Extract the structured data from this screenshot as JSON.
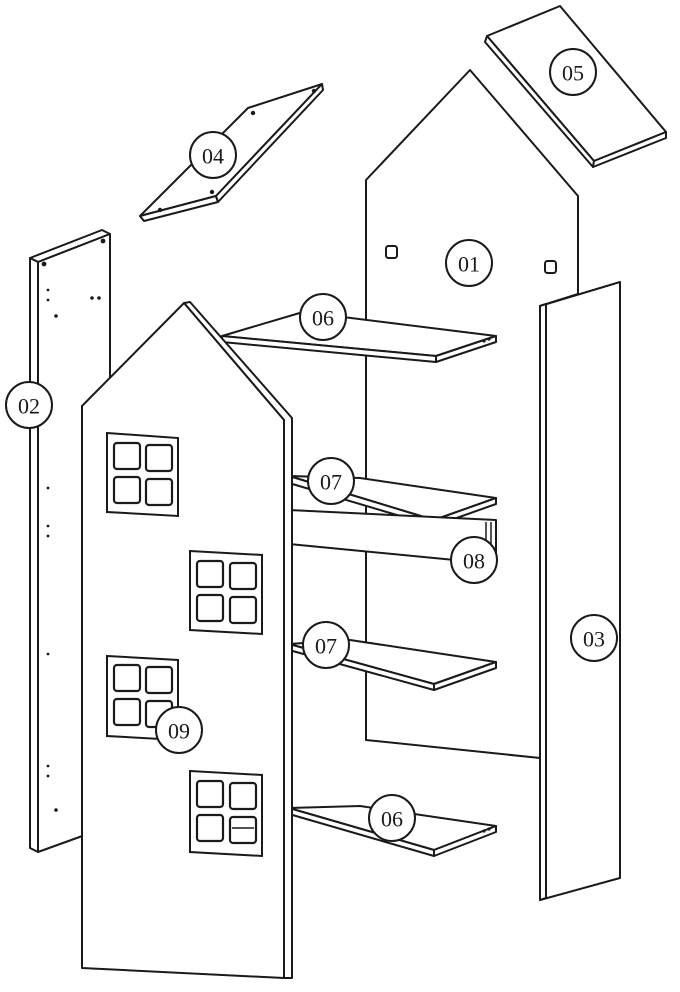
{
  "diagram": {
    "type": "exploded-assembly",
    "parts": [
      {
        "id": "p01",
        "label": "01"
      },
      {
        "id": "p02",
        "label": "02"
      },
      {
        "id": "p03",
        "label": "03"
      },
      {
        "id": "p04",
        "label": "04"
      },
      {
        "id": "p05",
        "label": "05"
      },
      {
        "id": "p06a",
        "label": "06"
      },
      {
        "id": "p06b",
        "label": "06"
      },
      {
        "id": "p07a",
        "label": "07"
      },
      {
        "id": "p07b",
        "label": "07"
      },
      {
        "id": "p08",
        "label": "08"
      },
      {
        "id": "p09",
        "label": "09"
      }
    ]
  }
}
